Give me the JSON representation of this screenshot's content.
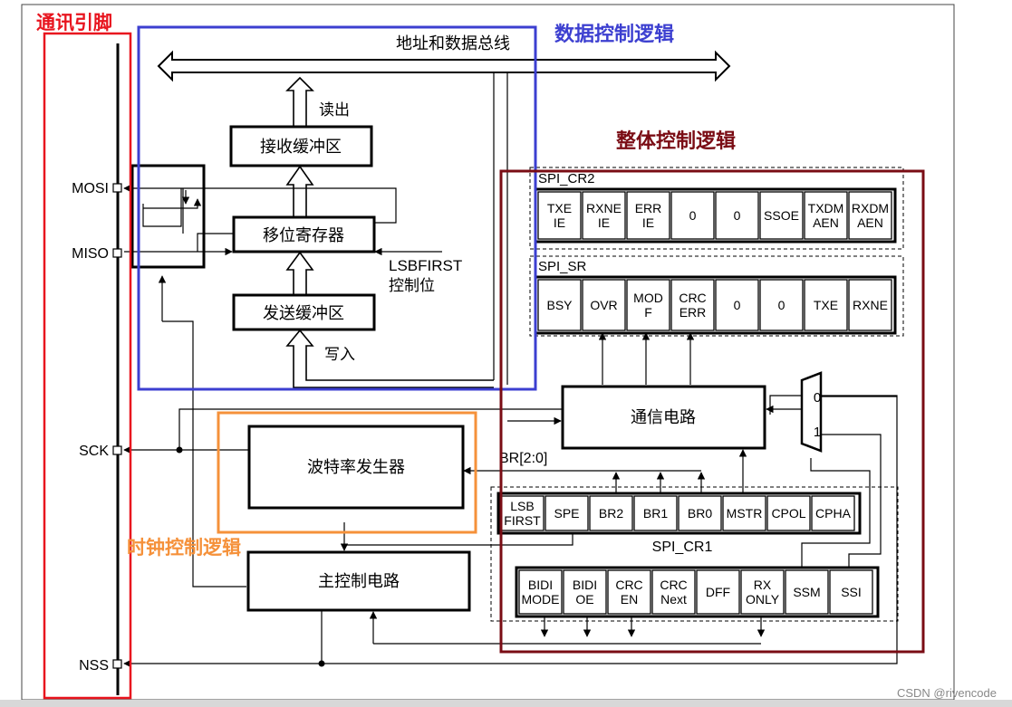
{
  "colors": {
    "pins": "#e8141e",
    "data_logic": "#3c3fd0",
    "clock_logic": "#f5913a",
    "overall_logic": "#7a0c14"
  },
  "captions": {
    "pins": "通讯引脚",
    "data_logic": "数据控制逻辑",
    "clock_logic": "时钟控制逻辑",
    "overall_logic": "整体控制逻辑"
  },
  "pins": {
    "mosi": "MOSI",
    "miso": "MISO",
    "sck": "SCK",
    "nss": "NSS"
  },
  "data_path": {
    "bus": "地址和数据总线",
    "read": "读出",
    "write": "写入",
    "rx_buffer": "接收缓冲区",
    "shift_register": "移位寄存器",
    "tx_buffer": "发送缓冲区",
    "lsbfirst_line1": "LSBFIRST",
    "lsbfirst_line2": "控制位"
  },
  "blocks": {
    "comm_circuit": "通信电路",
    "baud_generator": "波特率发生器",
    "main_control": "主控制电路",
    "br_label": "BR[2:0]",
    "mux_0": "0",
    "mux_1": "1"
  },
  "registers": {
    "cr2": {
      "name": "SPI_CR2",
      "bits": [
        [
          "TXE",
          "IE"
        ],
        [
          "RXNE",
          "IE"
        ],
        [
          "ERR",
          "IE"
        ],
        [
          "0"
        ],
        [
          "0"
        ],
        [
          "SSOE"
        ],
        [
          "TXDM",
          "AEN"
        ],
        [
          "RXDM",
          "AEN"
        ]
      ]
    },
    "sr": {
      "name": "SPI_SR",
      "bits": [
        [
          "BSY"
        ],
        [
          "OVR"
        ],
        [
          "MOD",
          "F"
        ],
        [
          "CRC",
          "ERR"
        ],
        [
          "0"
        ],
        [
          "0"
        ],
        [
          "TXE"
        ],
        [
          "RXNE"
        ]
      ]
    },
    "cr1": {
      "name": "SPI_CR1",
      "top_bits": [
        [
          "LSB",
          "FIRST"
        ],
        [
          "SPE"
        ],
        [
          "BR2"
        ],
        [
          "BR1"
        ],
        [
          "BR0"
        ],
        [
          "MSTR"
        ],
        [
          "CPOL"
        ],
        [
          "CPHA"
        ]
      ],
      "bottom_bits": [
        [
          "BIDI",
          "MODE"
        ],
        [
          "BIDI",
          "OE"
        ],
        [
          "CRC",
          "EN"
        ],
        [
          "CRC",
          "Next"
        ],
        [
          "DFF"
        ],
        [
          "RX",
          "ONLY"
        ],
        [
          "SSM"
        ],
        [
          "SSI"
        ]
      ]
    }
  },
  "watermark": "CSDN @rivencode"
}
